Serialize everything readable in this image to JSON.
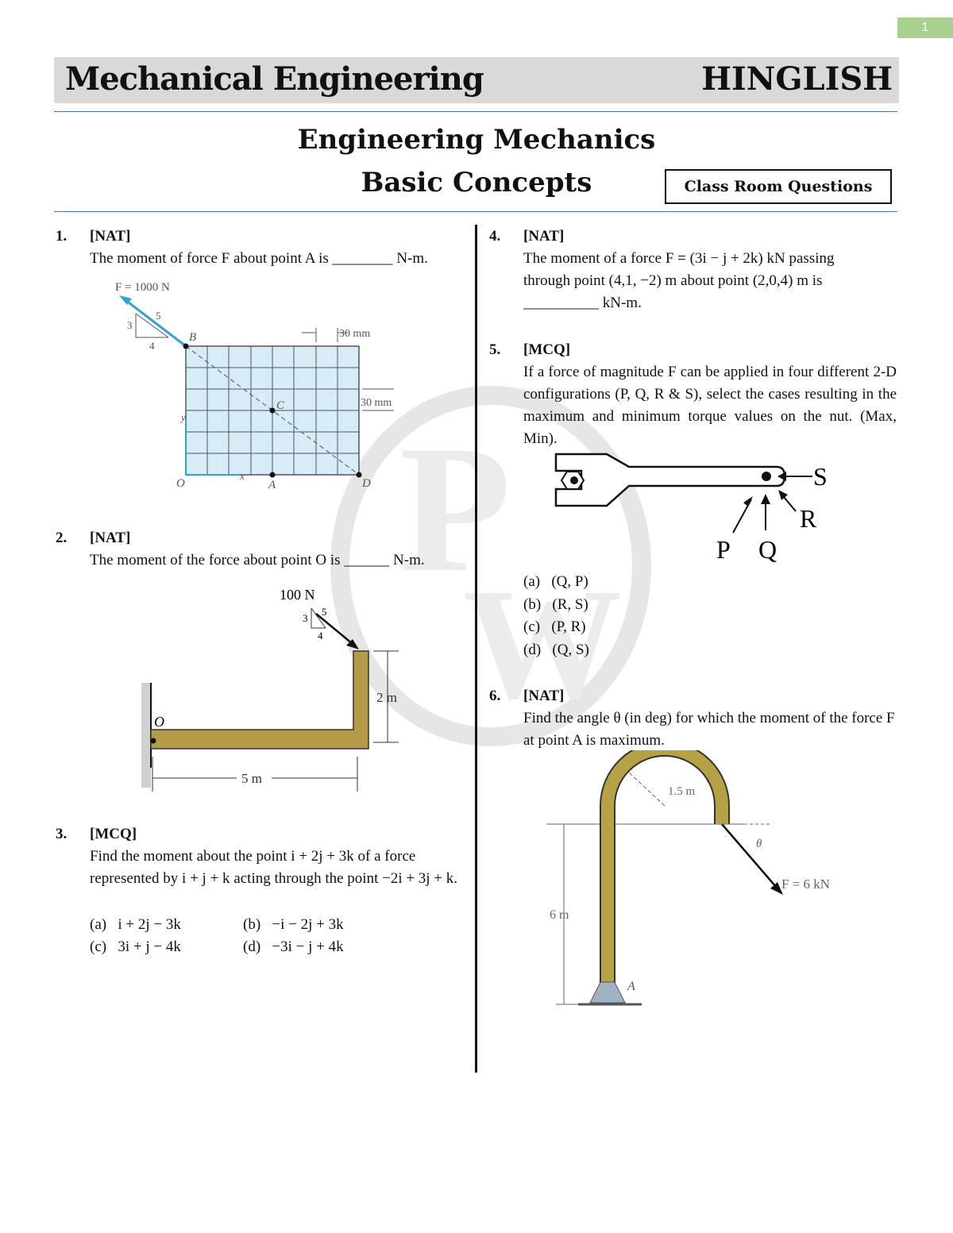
{
  "page_number": "1",
  "header": {
    "subject": "Mechanical Engineering",
    "language": "HINGLISH"
  },
  "title": {
    "line1": "Engineering Mechanics",
    "line2": "Basic Concepts",
    "badge": "Class Room Questions"
  },
  "colors": {
    "header_bg": "#d9d9d9",
    "rule": "#4472c4",
    "page_badge": "#a9d08e",
    "beam": "#b59a47",
    "grid_fill": "#d6ecf7",
    "force_arrow": "#2ea3d8"
  },
  "questions": [
    {
      "num": "1.",
      "type": "[NAT]",
      "text": "The moment of force F about point A is ________ N-m.",
      "figure": {
        "force_label": "F = 1000 N",
        "slope_run": "4",
        "slope_rise": "3",
        "slope_hyp": "5",
        "points": [
          "B",
          "C",
          "O",
          "A",
          "D"
        ],
        "axis_x": "x",
        "axis_y": "y",
        "dim_horizontal": "30 mm",
        "dim_vertical": "30 mm"
      }
    },
    {
      "num": "2.",
      "type": "[NAT]",
      "text": "The moment of the force about point O is ______ N-m.",
      "figure": {
        "force_label": "100 N",
        "slope_rise": "3",
        "slope_hyp": "5",
        "slope_run": "4",
        "point": "O",
        "dim_length": "5 m",
        "dim_height": "2 m"
      }
    },
    {
      "num": "3.",
      "type": "[MCQ]",
      "text": "Find the moment about the point i + 2j + 3k of a force represented by i + j + k acting through the point −2i + 3j + k.",
      "options": [
        {
          "label": "(a)",
          "value": "i + 2j − 3k"
        },
        {
          "label": "(b)",
          "value": "−i − 2j + 3k"
        },
        {
          "label": "(c)",
          "value": "3i + j − 4k"
        },
        {
          "label": "(d)",
          "value": "−3i − j + 4k"
        }
      ]
    },
    {
      "num": "4.",
      "type": "[NAT]",
      "text": "The moment of a force F = (3i − j + 2k) kN passing through point (4,1, −2) m about point (2,0,4) m is __________ kN-m."
    },
    {
      "num": "5.",
      "type": "[MCQ]",
      "text": "If a force of magnitude F can be applied in four different 2-D configurations (P, Q, R & S), select the cases resulting in the maximum and minimum torque values on the nut. (Max, Min).",
      "figure": {
        "labels": [
          "P",
          "Q",
          "R",
          "S"
        ]
      },
      "options": [
        {
          "label": "(a)",
          "value": "(Q, P)"
        },
        {
          "label": "(b)",
          "value": "(R, S)"
        },
        {
          "label": "(c)",
          "value": "(P, R)"
        },
        {
          "label": "(d)",
          "value": "(Q, S)"
        }
      ]
    },
    {
      "num": "6.",
      "type": "[NAT]",
      "text": "Find the angle θ (in deg) for which the moment of the force F at point A is maximum.",
      "figure": {
        "radius": "1.5 m",
        "height": "6 m",
        "angle": "θ",
        "force_label": "F = 6 kN",
        "point": "A"
      }
    }
  ]
}
